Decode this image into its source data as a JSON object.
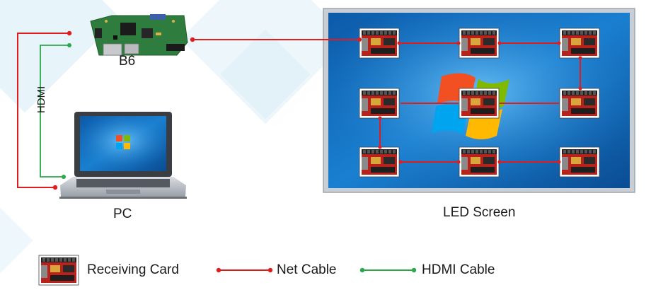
{
  "devices": {
    "controller_label": "B6",
    "pc_label": "PC",
    "screen_label": "LED Screen",
    "cable_side_label": "HDMI"
  },
  "legend": {
    "receiving_card": "Receiving Card",
    "net_cable": "Net Cable",
    "hdmi_cable": "HDMI Cable"
  },
  "colors": {
    "net_cable": "#e01c1c",
    "hdmi_cable": "#2aa84a"
  },
  "icons": {
    "controller": "circuit-board-icon",
    "pc": "laptop-icon",
    "receiving_card": "receiving-card-icon",
    "wallpaper_logo": "windows-logo-icon"
  }
}
